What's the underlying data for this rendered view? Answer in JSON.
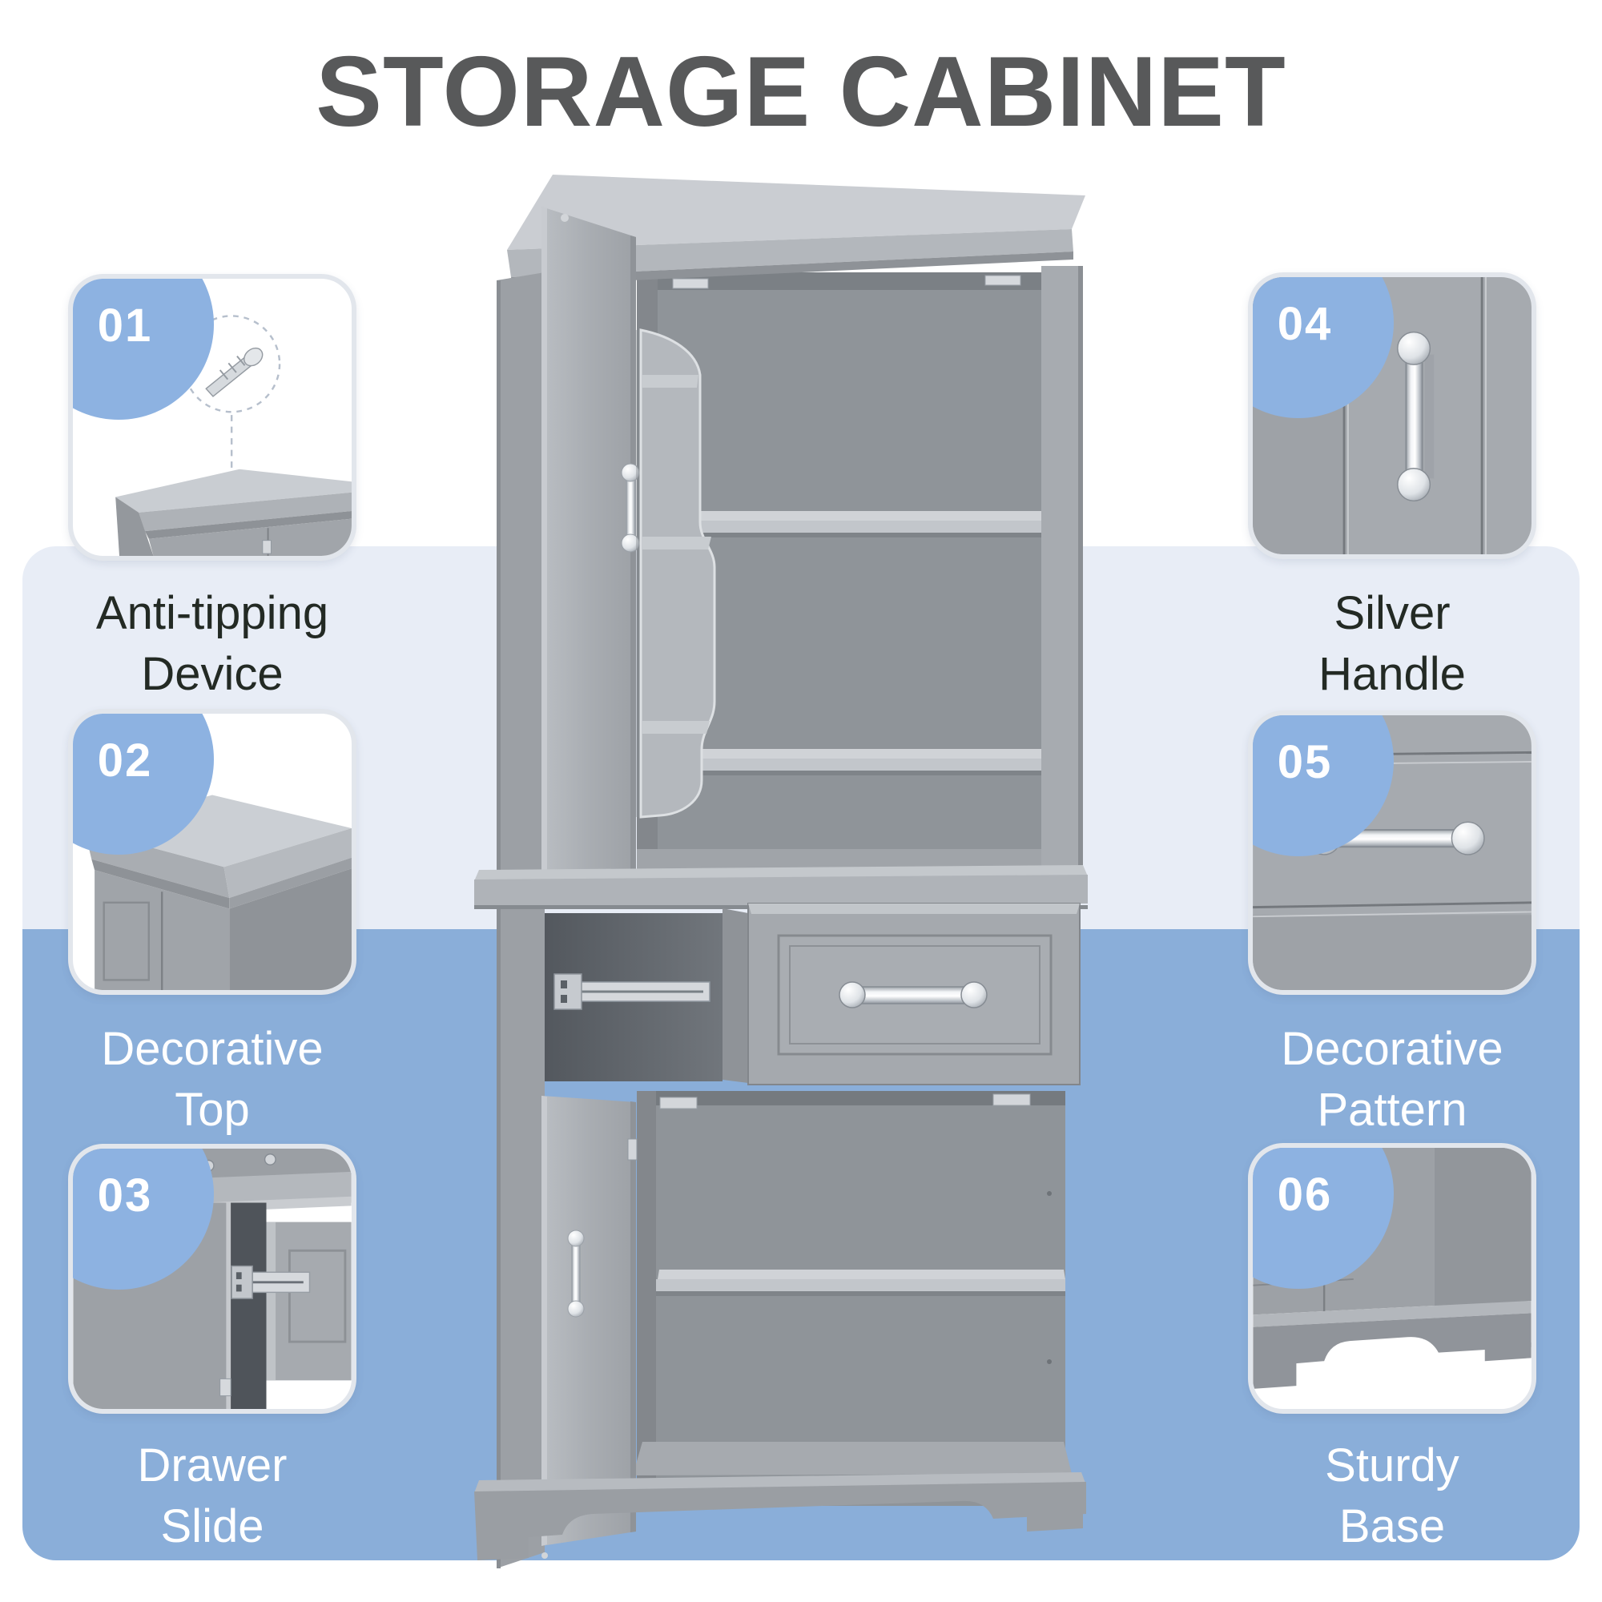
{
  "title": "STORAGE CABINET",
  "colors": {
    "band_light": "#e8edf6",
    "band_dark": "#8aaed9",
    "badge": "#8db2e1",
    "title_text": "#58595a",
    "label_dark": "#232a24",
    "cabinet_gray": "#a6aaaf",
    "chrome": "#e8ebee"
  },
  "features": [
    {
      "number": "01",
      "label_lines": [
        "Anti-tipping",
        "Device"
      ],
      "side": "left",
      "label_style": "dark",
      "image": "cabinet-top-corner-with-screw"
    },
    {
      "number": "02",
      "label_lines": [
        "Decorative",
        "Top"
      ],
      "side": "left",
      "label_style": "light",
      "image": "cabinet-decorative-top-corner"
    },
    {
      "number": "03",
      "label_lines": [
        "Drawer",
        "Slide"
      ],
      "side": "left",
      "label_style": "light",
      "image": "drawer-slide-closeup"
    },
    {
      "number": "04",
      "label_lines": [
        "Silver",
        "Handle"
      ],
      "side": "right",
      "label_style": "dark",
      "image": "vertical-silver-handle-closeup"
    },
    {
      "number": "05",
      "label_lines": [
        "Decorative",
        "Pattern"
      ],
      "side": "right",
      "label_style": "light",
      "image": "drawer-front-pattern-closeup"
    },
    {
      "number": "06",
      "label_lines": [
        "Sturdy",
        "Base"
      ],
      "side": "right",
      "label_style": "light",
      "image": "cabinet-base-corner"
    }
  ],
  "illustrations": {
    "center": "tall-gray-storage-cabinet-open-doors-drawer"
  }
}
